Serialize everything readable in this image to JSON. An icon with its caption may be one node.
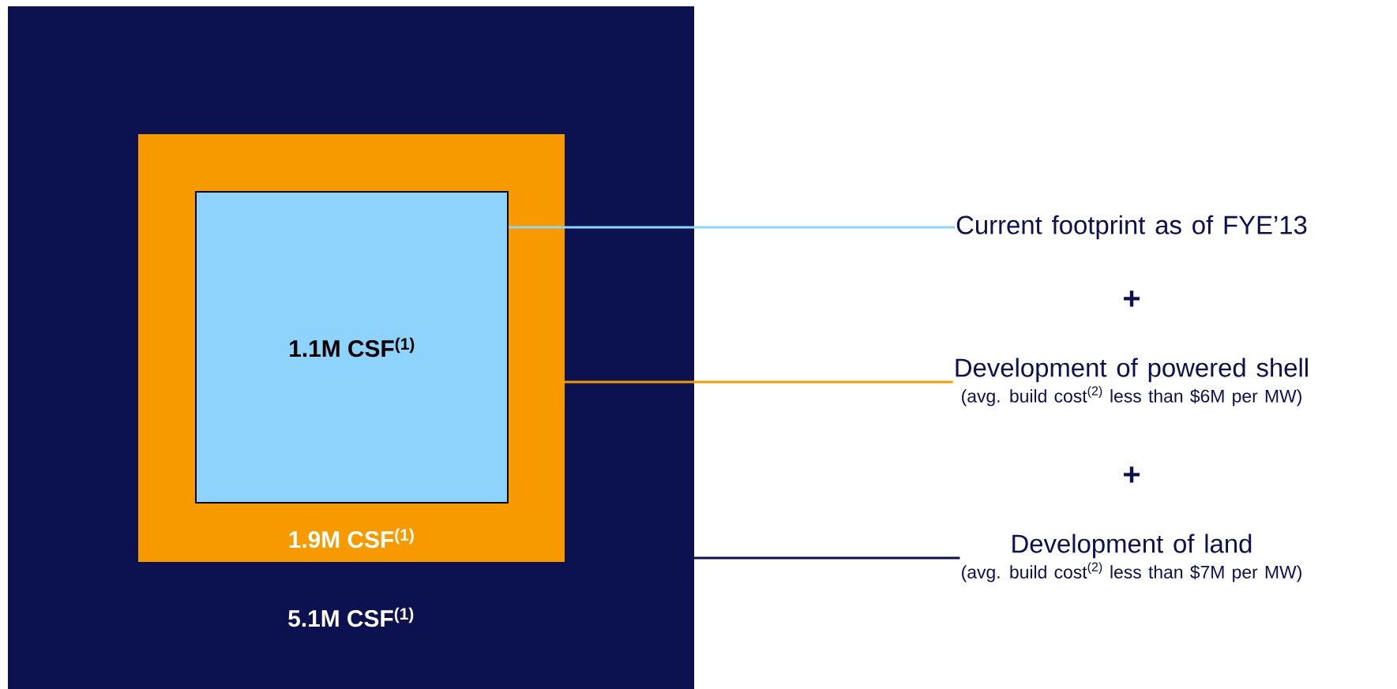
{
  "diagram": {
    "nodes": [
      {
        "text": [
          "5.1M CSF$^{(1)}$"
        ]
      },
      {
        "text": [
          "1.9M CSF$^{(1)}$"
        ],
        "in": 0
      },
      {
        "text": [
          "1.1M CSF$^{(1)}$"
        ],
        "in": 1
      },
      {
        "text": [
          "Current footprint as of FYE’13"
        ]
      },
      {
        "text": [
          "Development of powered shell",
          "(avg. build cost$^{(2)}$ less than $6M per MW)"
        ]
      },
      {
        "text": [
          "Development of land",
          "(avg. build cost$^{(2)}$ less than $7M per MW)"
        ]
      }
    ],
    "edges": [
      {
        "from": 2,
        "to": 3,
        "arrow": "none",
        "color": "#8dd3fb"
      },
      {
        "from": 1,
        "to": 4,
        "arrow": "none",
        "color": "#f79a00"
      },
      {
        "from": 0,
        "to": 5,
        "arrow": "none",
        "color": "#0c1150"
      }
    ],
    "labels": [
      "+",
      "+"
    ]
  }
}
